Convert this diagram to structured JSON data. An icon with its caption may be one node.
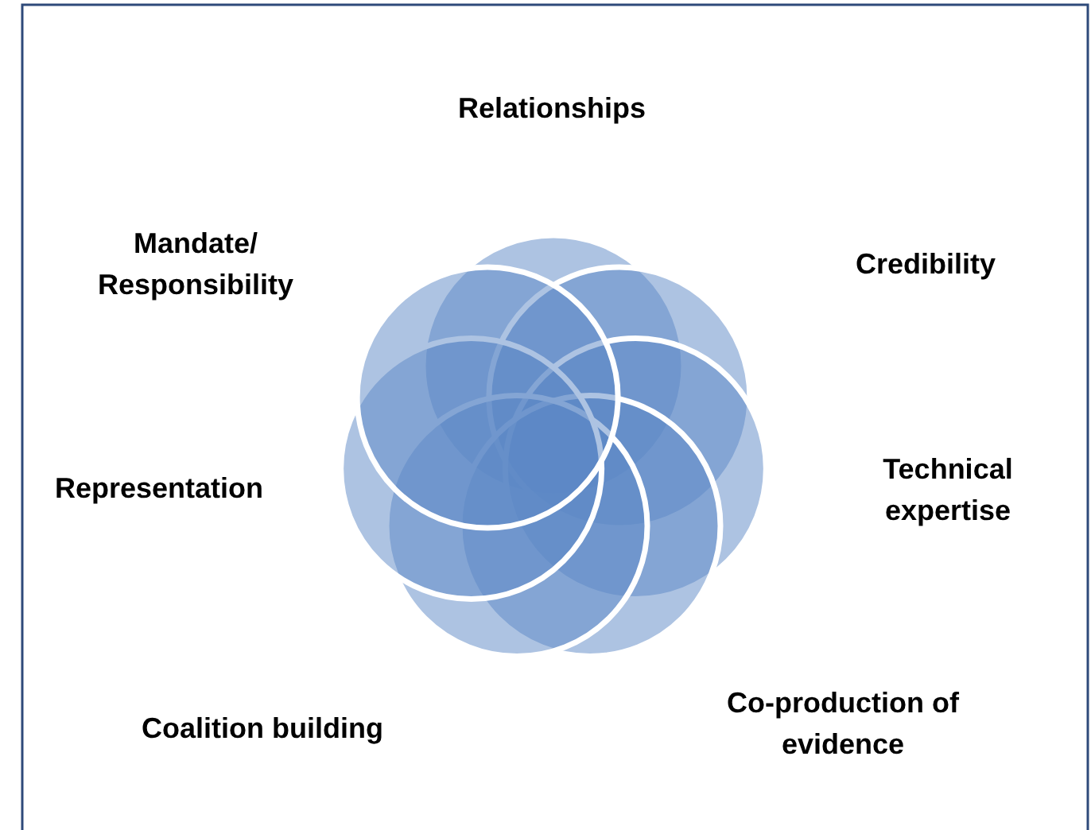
{
  "diagram": {
    "labels": [
      "Relationships",
      "Credibility",
      "Technical expertise",
      "Co-production of evidence",
      "Coalition building",
      "Representation",
      "Mandate/ Responsibility"
    ]
  }
}
